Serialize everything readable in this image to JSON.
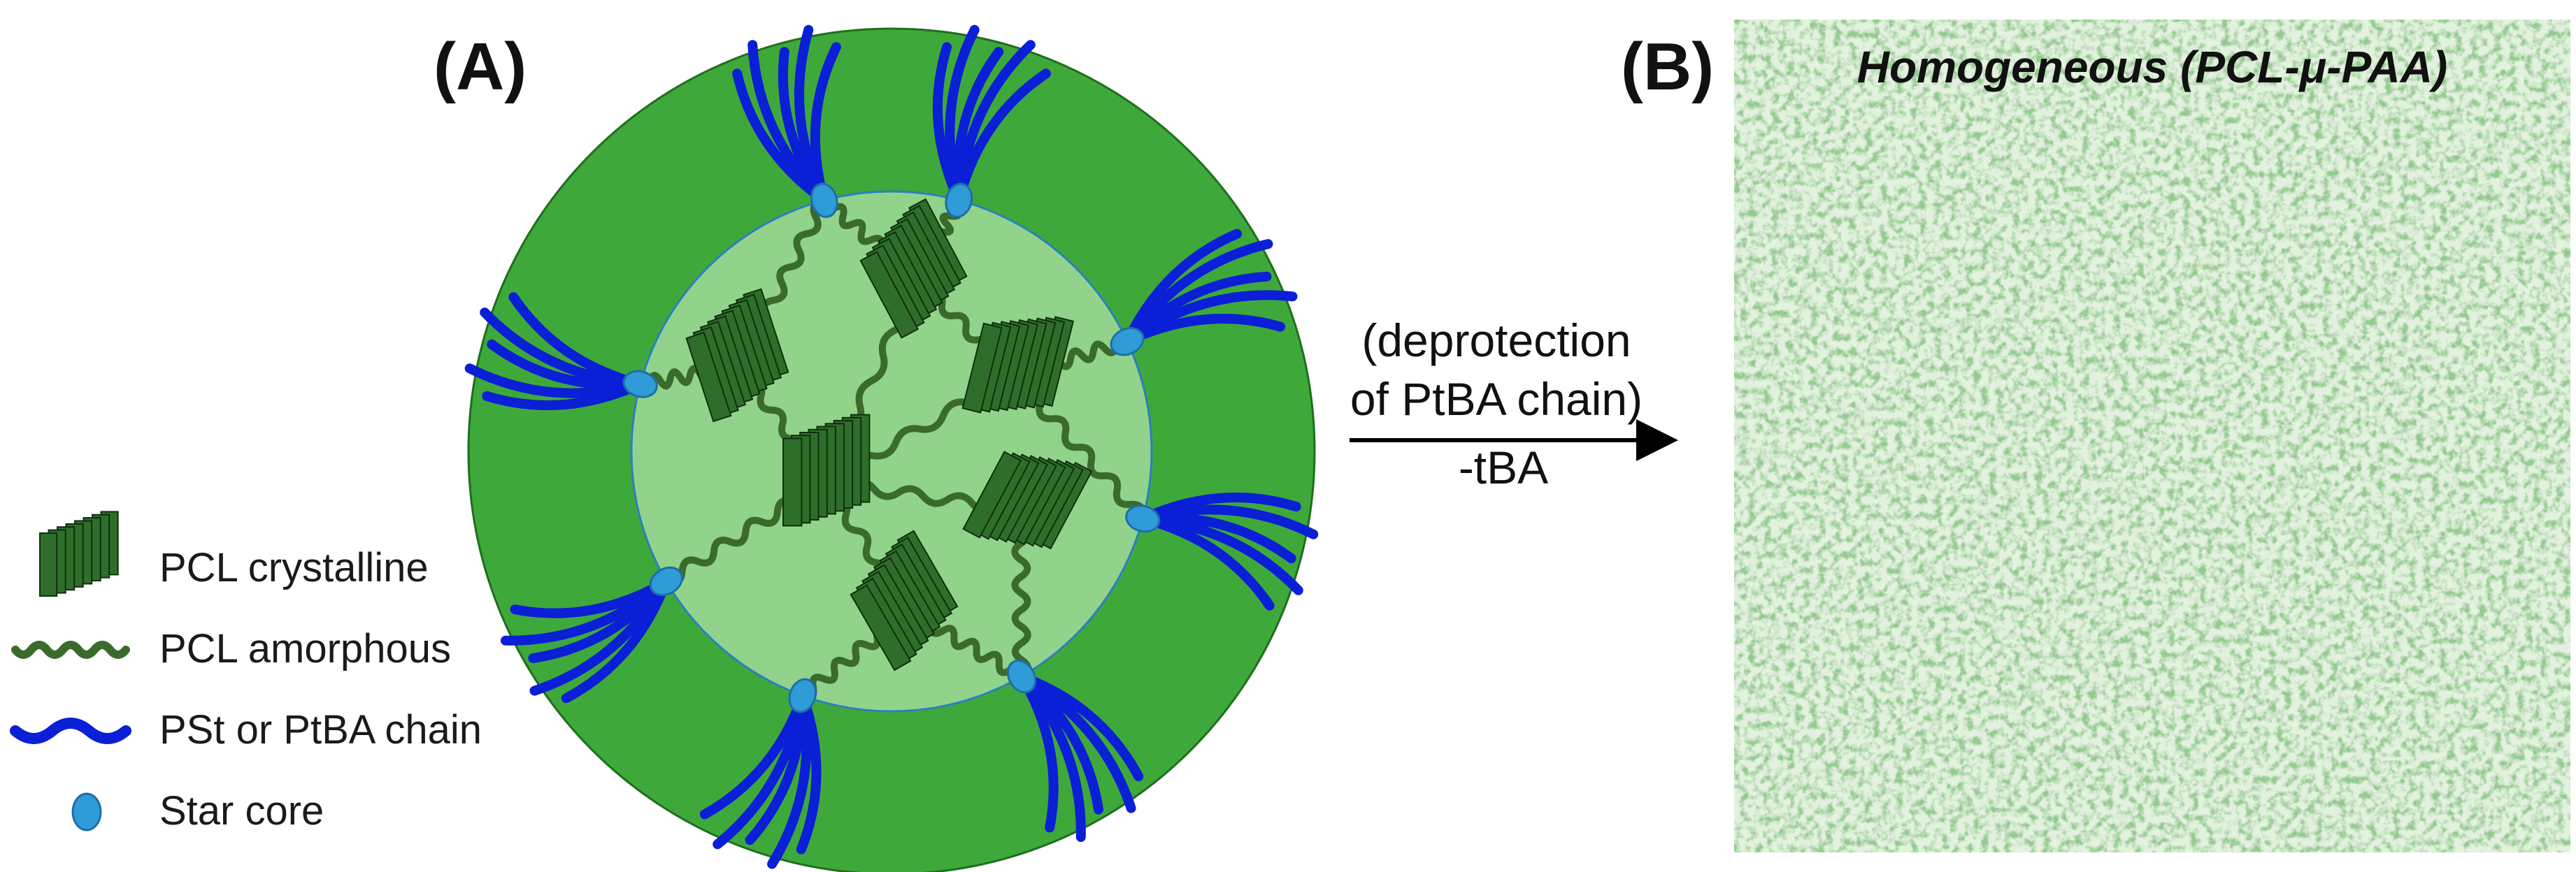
{
  "panel_a": {
    "label": "(A)"
  },
  "panel_b": {
    "label": "(B)",
    "title": "Homogeneous  (PCL-μ-PAA)"
  },
  "process_step": {
    "line1": "(deprotection",
    "line2": "of PtBA chain)",
    "line3": "-tBA"
  },
  "legend": [
    {
      "icon": "crystal-lamella-icon",
      "label": "PCL crystalline"
    },
    {
      "icon": "wavy-chain-icon",
      "label": "PCL amorphous"
    },
    {
      "icon": "wavy-chain-icon",
      "label": "PSt or PtBA chain"
    },
    {
      "icon": "ellipse-core-icon",
      "label": "Star core"
    }
  ],
  "colors": {
    "outer_shell": "#3ea93a",
    "inner_core": "#92d38c",
    "pcl_chain": "#3a6b2c",
    "crystal": "#2f6e2a",
    "arm": "#0a1fd6",
    "star_core": "#2f9bd7",
    "texture_base": "#e3f1df",
    "texture_speck": "#4a9a45"
  }
}
